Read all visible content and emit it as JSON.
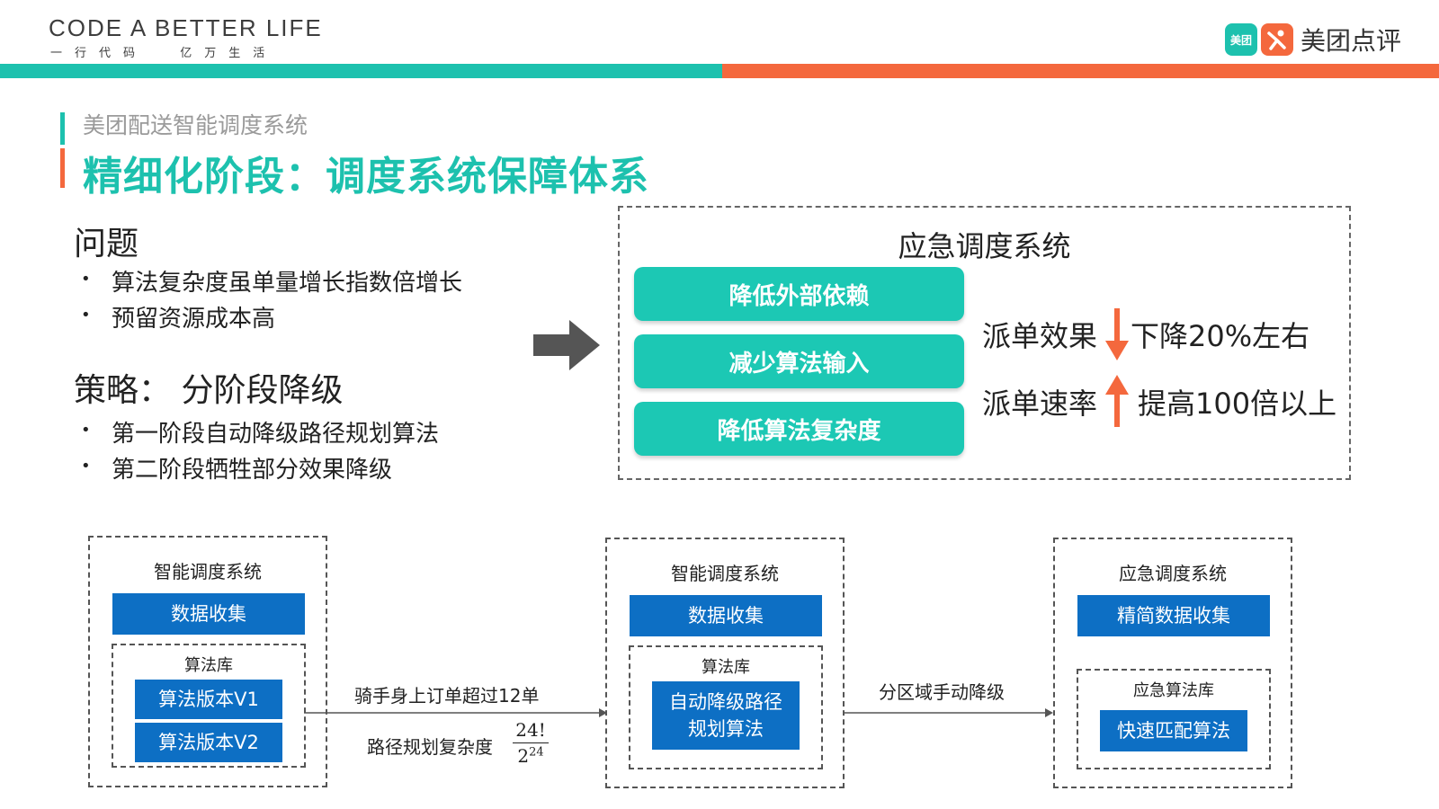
{
  "header": {
    "brand_en": "CODE A BETTER LIFE",
    "brand_cn": "一行代码  亿万生活",
    "logo_badge": "美团",
    "logo_text": "美团点评",
    "colors": {
      "teal": "#1dc1ae",
      "orange": "#f4683d",
      "blue": "#0d6fc4"
    }
  },
  "slide": {
    "subtitle": "美团配送智能调度系统",
    "title": "精细化阶段：调度系统保障体系"
  },
  "problem": {
    "heading": "问题",
    "bullets": [
      "算法复杂度虽单量增长指数倍增长",
      "预留资源成本高"
    ]
  },
  "strategy": {
    "heading": "策略：  分阶段降级",
    "bullets": [
      "第一阶段自动降级路径规划算法",
      "第二阶段牺牲部分效果降级"
    ]
  },
  "emergency_panel": {
    "title": "应急调度系统",
    "buttons": [
      "降低外部依赖",
      "减少算法输入",
      "降低算法复杂度"
    ],
    "metrics": [
      {
        "label": "派单效果",
        "direction": "down",
        "change": "下降20%左右"
      },
      {
        "label": "派单速率",
        "direction": "up",
        "change": "提高100倍以上"
      }
    ]
  },
  "flow": {
    "box1": {
      "title": "智能调度系统",
      "data_bar": "数据收集",
      "lib_title": "算法库",
      "versions": [
        "算法版本V1",
        "算法版本V2"
      ]
    },
    "edge1": {
      "label_top": "骑手身上订单超过12单",
      "label_bottom": "路径规划复杂度",
      "frac_num": "24!",
      "frac_den_base": "2",
      "frac_den_exp": "24"
    },
    "box2": {
      "title": "智能调度系统",
      "data_bar": "数据收集",
      "lib_title": "算法库",
      "algo_line1": "自动降级路径",
      "algo_line2": "规划算法"
    },
    "edge2": {
      "label": "分区域手动降级"
    },
    "box3": {
      "title": "应急调度系统",
      "data_bar": "精简数据收集",
      "lib_title": "应急算法库",
      "algo": "快速匹配算法"
    }
  }
}
